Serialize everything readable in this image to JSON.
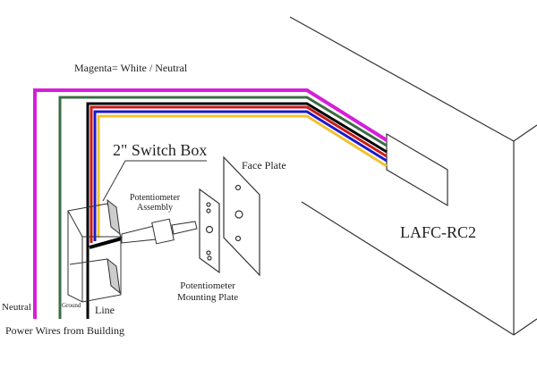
{
  "labels": {
    "legend": "Magenta= White / Neutral",
    "switch_box": "2\" Switch Box",
    "face_plate": "Face Plate",
    "pot_assembly_line1": "Potentiometer",
    "pot_assembly_line2": "Assembly",
    "mounting_plate_line1": "Potentiometer",
    "mounting_plate_line2": "Mounting Plate",
    "device": "LAFC-RC2",
    "neutral": "Neutral",
    "ground": "Ground",
    "line": "Line",
    "power_wires": "Power Wires from Building"
  },
  "colors": {
    "magenta": "#d61fd6",
    "green": "#3d6b45",
    "black": "#000000",
    "red": "#cc1a1a",
    "blue": "#1a1acc",
    "yellow": "#f2c12e"
  }
}
